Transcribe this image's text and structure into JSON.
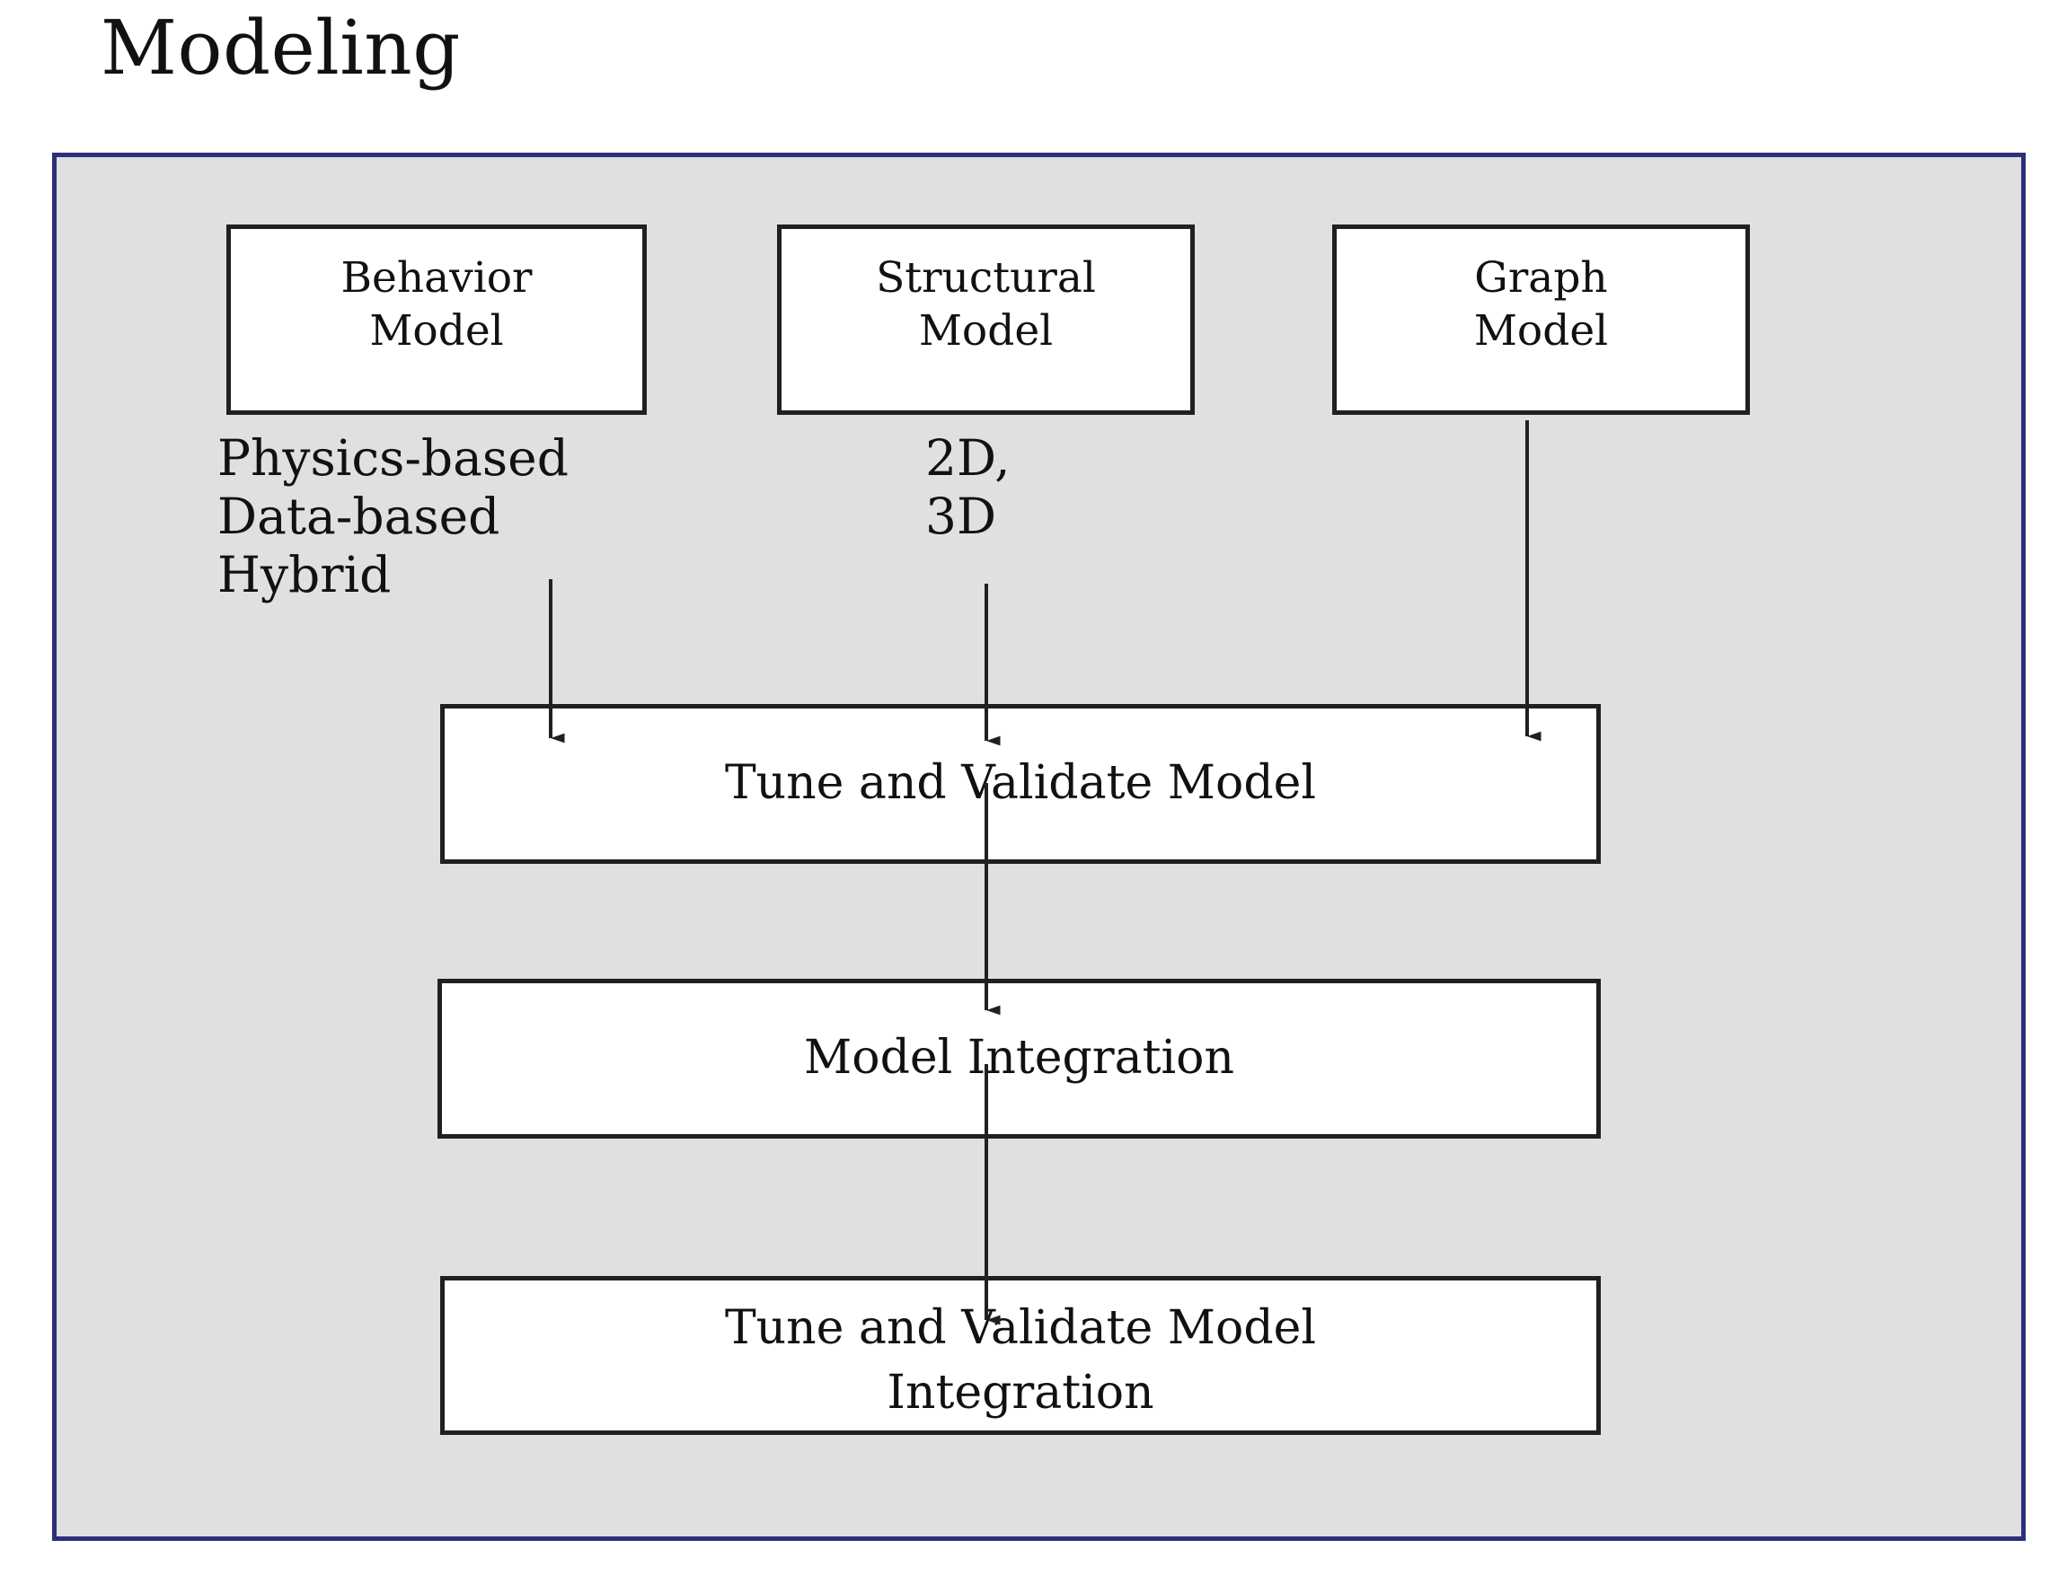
{
  "page": {
    "title": "Modeling",
    "panel_fill": "#dfe0e2",
    "panel_border": "#2e2f7a",
    "node_border": "#231f20",
    "node_fill": "#ffffff",
    "text_color": "#111111"
  },
  "sources": {
    "behavior": {
      "line1": "Behavior",
      "line2": "Model"
    },
    "structural": {
      "line1": "Structural",
      "line2": "Model"
    },
    "graph": {
      "line1": "Graph",
      "line2": "Model"
    }
  },
  "annotations": {
    "behavior": {
      "line1": "Physics-based",
      "line2": "Data-based",
      "line3": "Hybrid"
    },
    "structural": {
      "line1": "2D,",
      "line2": "3D"
    }
  },
  "flow": {
    "tune_validate_model": {
      "line1": "Tune and Validate Model"
    },
    "model_integration": {
      "line1": "Model Integration"
    },
    "tune_validate_integration": {
      "line1": "Tune and Validate Model",
      "line2": "Integration"
    }
  },
  "edges": [
    {
      "name": "behavior-to-tune",
      "from": "behavior-model",
      "to": "tune-and-validate-model"
    },
    {
      "name": "structural-to-tune",
      "from": "structural-model",
      "to": "tune-and-validate-model"
    },
    {
      "name": "graph-to-tune",
      "from": "graph-model",
      "to": "tune-and-validate-model"
    },
    {
      "name": "tune-to-integration",
      "from": "tune-and-validate-model",
      "to": "model-integration"
    },
    {
      "name": "integration-to-tune2",
      "from": "model-integration",
      "to": "tune-and-validate-model-integration"
    }
  ]
}
